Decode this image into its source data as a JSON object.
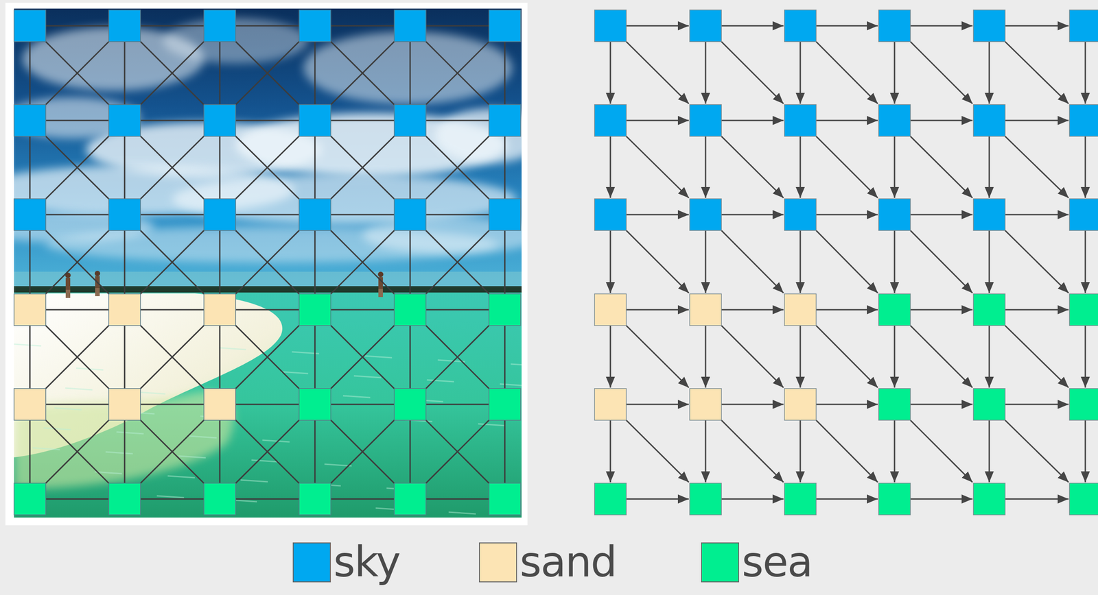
{
  "diagram": {
    "legend": [
      {
        "text": "sky",
        "color": "#00a8f0"
      },
      {
        "text": "sand",
        "color": "#fce4b4"
      },
      {
        "text": "sea",
        "color": "#00ee90"
      }
    ]
  }
}
